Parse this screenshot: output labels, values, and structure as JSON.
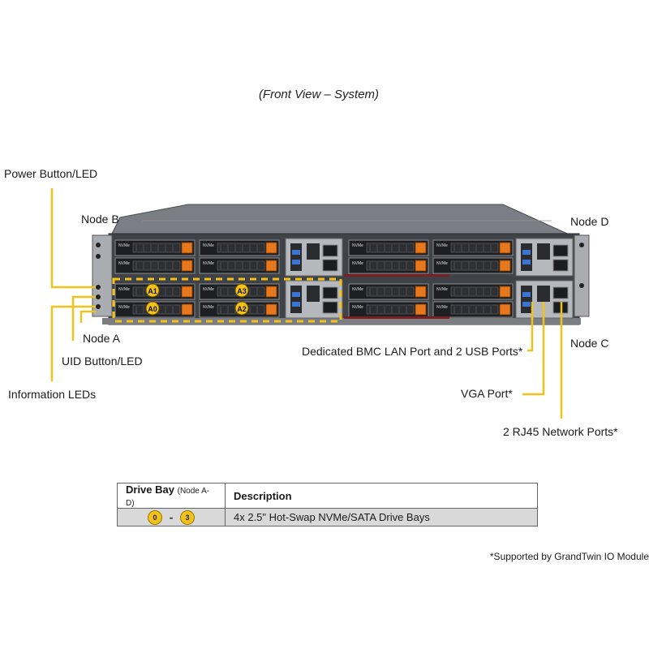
{
  "caption": "(Front View – System)",
  "labels": {
    "power": "Power Button/LED",
    "node_b": "Node B",
    "node_d": "Node D",
    "node_a": "Node A",
    "node_c": "Node C",
    "uid": "UID Button/LED",
    "info": "Information  LEDs",
    "bmc": "Dedicated BMC LAN Port and 2 USB Ports*",
    "vga": "VGA Port*",
    "rj45": "2 RJ45 Network Ports*"
  },
  "drive_markers": [
    "A1",
    "A3",
    "A0",
    "A2"
  ],
  "drive_tag": "NVMe",
  "table": {
    "header_1": "Drive Bay",
    "header_1_sub": "(Node A-D)",
    "header_2": "Description",
    "bay_start": "0",
    "bay_sep": "-",
    "bay_end": "3",
    "description": "4x 2.5\" Hot-Swap NVMe/SATA Drive  Bays"
  },
  "footnote": "*Supported  by GrandTwin  IO Module",
  "colors": {
    "callout": "#f2c21b",
    "chassis": "#5c6066",
    "drive_latch": "#e8781e"
  }
}
